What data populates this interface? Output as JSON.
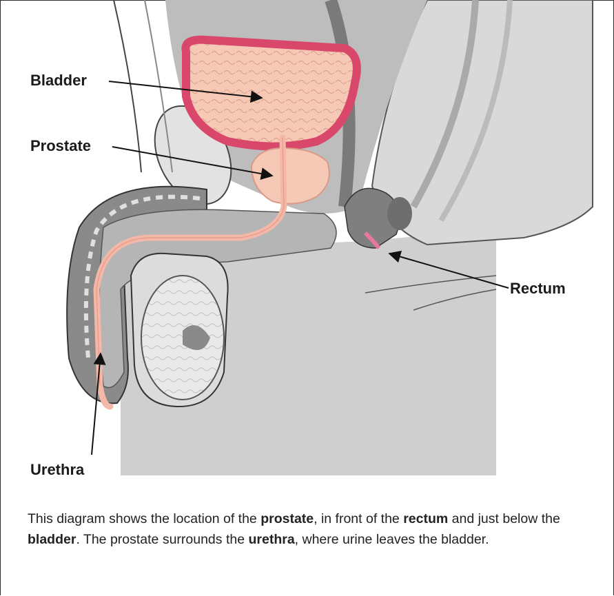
{
  "labels": {
    "bladder": "Bladder",
    "prostate": "Prostate",
    "rectum": "Rectum",
    "urethra": "Urethra"
  },
  "caption": {
    "p1": "This diagram shows the location of the ",
    "b1": "prostate",
    "p2": ", in front of the ",
    "b2": "rectum",
    "p3": " and just below the ",
    "b3": "bladder",
    "p4": ". The prostate surrounds the ",
    "b4": "urethra",
    "p5": ", where urine leaves the bladder."
  },
  "colors": {
    "bladder_wall": "#d9486a",
    "bladder_fill": "#f6c8b6",
    "urethra": "#f4b8a8",
    "tissue_gray": "#c9c9c9",
    "dark_gray": "#6b6b6b",
    "outline": "#3a3a3a"
  }
}
